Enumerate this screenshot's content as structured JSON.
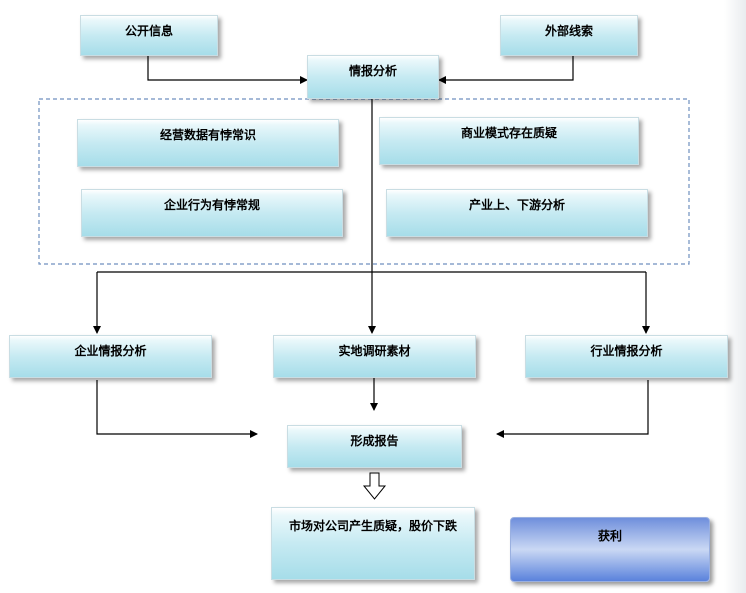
{
  "nodes": {
    "public_info": "公开信息",
    "external_clues": "外部线索",
    "intel_analysis": "情报分析",
    "abnormal_operating_data": "经营数据有悖常识",
    "business_model_doubt": "商业模式存在质疑",
    "abnormal_behavior": "企业行为有悖常规",
    "industry_chain_analysis": "产业上、下游分析",
    "company_intel_analysis": "企业情报分析",
    "field_research": "实地调研素材",
    "industry_intel_analysis": "行业情报分析",
    "report": "形成报告",
    "market_doubt": "市场对公司产生质疑，股价下跌",
    "profit": "获利"
  },
  "colors": {
    "box_fill": "#a6dde9",
    "profit_fill": "#5a82dc",
    "dashed_border": "#6f8fbf",
    "arrow": "#000000"
  }
}
